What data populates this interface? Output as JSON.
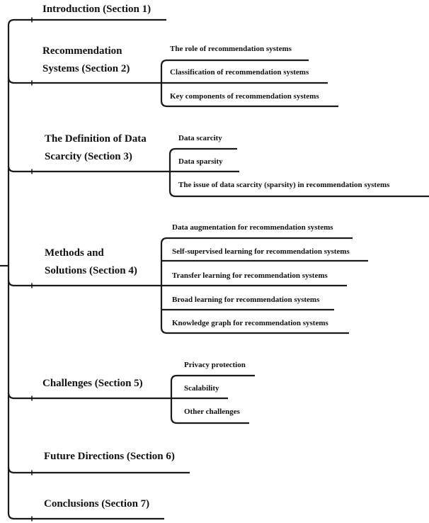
{
  "figure": {
    "title": "Paper structure outline tree",
    "colors": {
      "line": "#1a1a1a",
      "text": "#111111",
      "background": "#ffffff"
    },
    "sections": [
      {
        "label": "Introduction (Section 1)",
        "children": []
      },
      {
        "label": "Recommendation\nSystems (Section 2)",
        "children": [
          "The role of recommendation systems",
          "Classification of recommendation systems",
          "Key components of recommendation systems"
        ]
      },
      {
        "label": "The Definition of Data\nScarcity (Section 3)",
        "children": [
          "Data scarcity",
          "Data sparsity",
          "The issue of data scarcity (sparsity) in recommendation systems"
        ]
      },
      {
        "label": "Methods and\nSolutions (Section 4)",
        "children": [
          "Data augmentation for recommendation systems",
          "Self-supervised learning for recommendation systems",
          "Transfer learning for recommendation systems",
          "Broad learning for recommendation systems",
          "Knowledge graph for recommendation systems"
        ]
      },
      {
        "label": "Challenges (Section 5)",
        "children": [
          "Privacy protection",
          "Scalability",
          "Other challenges"
        ]
      },
      {
        "label": "Future Directions (Section 6)",
        "children": []
      },
      {
        "label": "Conclusions (Section 7)",
        "children": []
      }
    ]
  }
}
